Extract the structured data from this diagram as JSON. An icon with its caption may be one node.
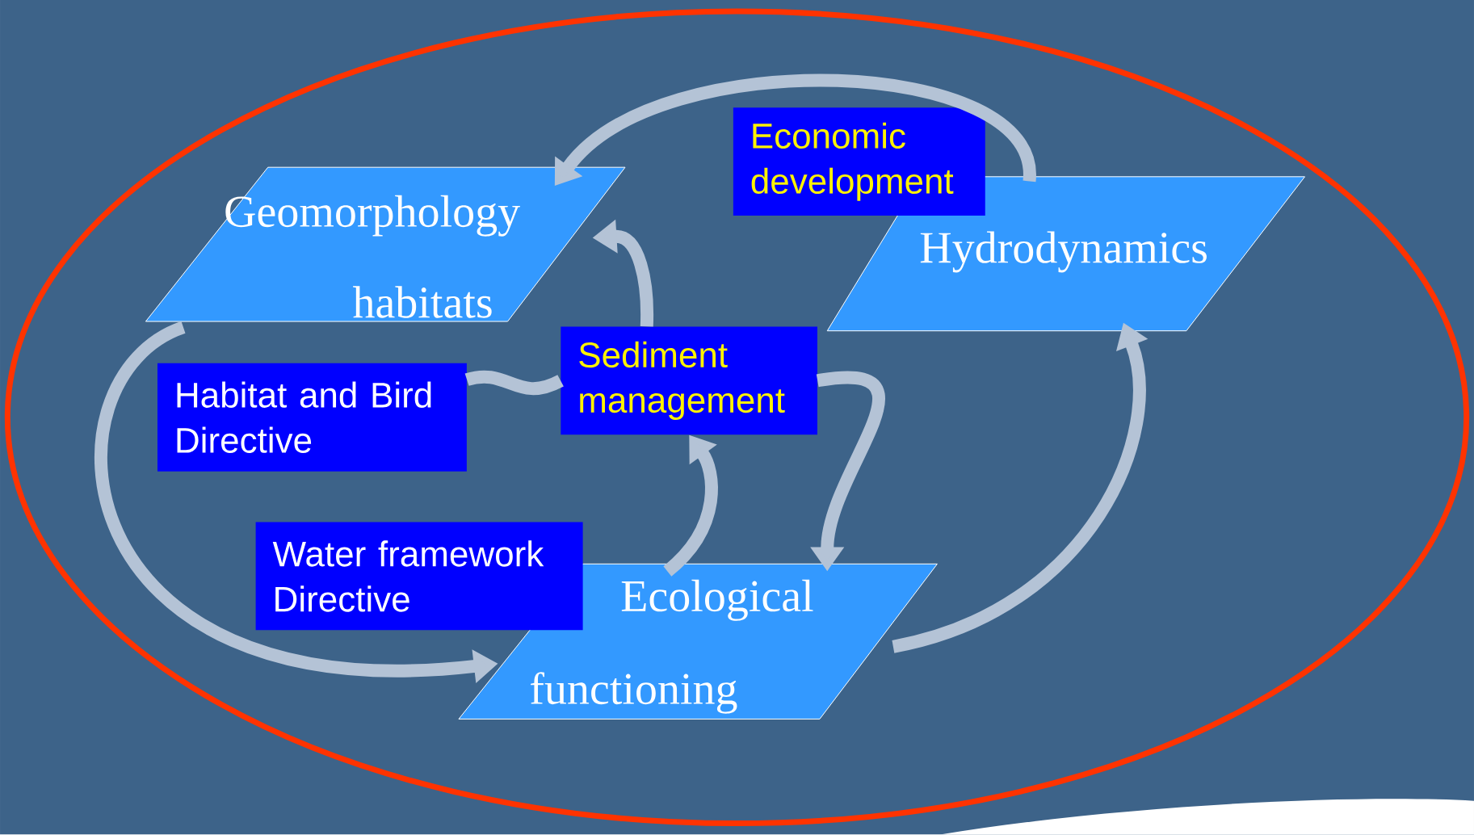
{
  "diagram": {
    "nodes": [
      {
        "text": [
          "Geomorphology",
          "habitats"
        ]
      },
      {
        "text": [
          "Economic development"
        ]
      },
      {
        "text": [
          "Hydrodynamics"
        ]
      },
      {
        "text": [
          "Sediment management"
        ]
      },
      {
        "text": [
          "Habitat and Bird Directive"
        ]
      },
      {
        "text": [
          "Water framework Directive"
        ]
      },
      {
        "text": [
          "Ecological",
          "functioning"
        ]
      }
    ],
    "edges": [
      {
        "from": 2,
        "to": 0,
        "arrow": "to"
      },
      {
        "from": 3,
        "to": 0,
        "arrow": "to"
      },
      {
        "from": 6,
        "to": 3,
        "arrow": "to"
      },
      {
        "from": 3,
        "to": 4,
        "arrow": "none"
      },
      {
        "from": 0,
        "to": 6,
        "arrow": "to"
      },
      {
        "from": 3,
        "to": 6,
        "arrow": "to"
      },
      {
        "from": 6,
        "to": 2,
        "arrow": "to"
      }
    ]
  }
}
